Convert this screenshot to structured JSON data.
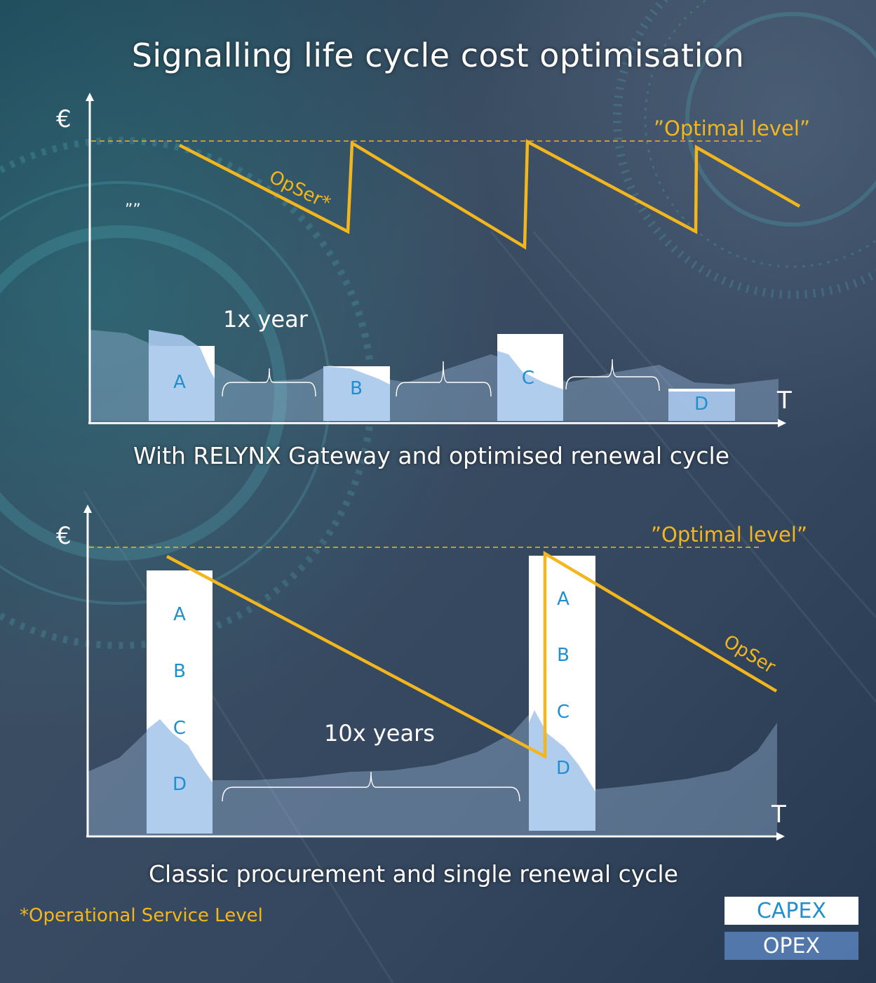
{
  "title": "Signalling life cycle cost optimisation",
  "colors": {
    "opser_line": "#f3b61d",
    "capex_fill": "#ffffff",
    "opex_fill": "#a8c8ec",
    "bar_letter": "#1f8fcf",
    "axis": "#ffffff"
  },
  "top_chart": {
    "y_axis_label": "€",
    "x_axis_label": "T",
    "optimal_label": "”Optimal level”",
    "opser_label": "OpSer*",
    "stray_mark": "””",
    "interval_label": "1x year",
    "caption": "With RELYNX Gateway and optimised renewal cycle",
    "bars": [
      "A",
      "B",
      "C",
      "D"
    ]
  },
  "bottom_chart": {
    "y_axis_label": "€",
    "x_axis_label": "T",
    "optimal_label": "”Optimal level”",
    "opser_label": "OpSer",
    "interval_label": "10x years",
    "caption": "Classic procurement and single renewal cycle",
    "bar1_letters": [
      "A",
      "B",
      "C",
      "D"
    ],
    "bar2_letters": [
      "A",
      "B",
      "C",
      "D"
    ]
  },
  "footnote": "*Operational Service Level",
  "legend": {
    "capex": "CAPEX",
    "opex": "OPEX"
  }
}
